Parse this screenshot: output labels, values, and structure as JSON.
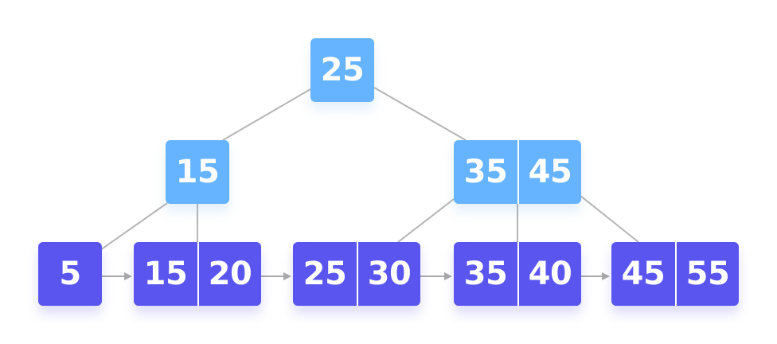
{
  "colors": {
    "internal": "#66b3ff",
    "leaf": "#5b55f0",
    "edge": "#b5b5b5",
    "arrow": "#a8a8a8",
    "text": "#ffffff"
  },
  "root": {
    "keys": [
      "25"
    ]
  },
  "level1": [
    {
      "keys": [
        "15"
      ]
    },
    {
      "keys": [
        "35",
        "45"
      ]
    }
  ],
  "leaves": [
    {
      "keys": [
        "5"
      ]
    },
    {
      "keys": [
        "15",
        "20"
      ]
    },
    {
      "keys": [
        "25",
        "30"
      ]
    },
    {
      "keys": [
        "35",
        "40"
      ]
    },
    {
      "keys": [
        "45",
        "55"
      ]
    }
  ]
}
